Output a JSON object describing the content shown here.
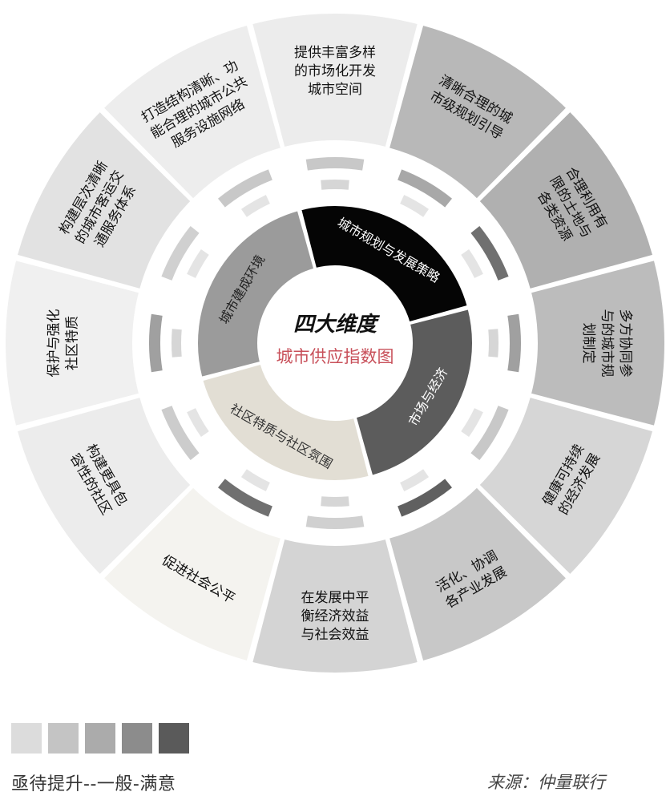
{
  "center": {
    "title": "四大维度",
    "subtitle": "城市供应指数图"
  },
  "dimensions": [
    {
      "label": "城市规划与发展策略",
      "color": "#050505",
      "text_color": "#ffffff"
    },
    {
      "label": "市场与经济",
      "color": "#5c5c5c",
      "text_color": "#ffffff"
    },
    {
      "label": "社区特质与社区氛围",
      "color": "#e2ded4",
      "text_color": "#333333"
    },
    {
      "label": "城市建成环境",
      "color": "#9b9b9b",
      "text_color": "#222222"
    }
  ],
  "indicators": [
    {
      "label": "提供丰富多样的市场化开发城市空间",
      "color": "#ececec",
      "arc_color": "#c8c8c8"
    },
    {
      "label": "清晰合理的城市级规划引导",
      "color": "#b8b8b8",
      "arc_color": "#a8a8a8"
    },
    {
      "label": "合理利用有限的土地与各类资源",
      "color": "#b0b0b0",
      "arc_color": "#707070"
    },
    {
      "label": "多方协同参与的城市规划制定",
      "color": "#bcbcbc",
      "arc_color": "#a0a0a0"
    },
    {
      "label": "健康可持续的经济发展",
      "color": "#d6d6d6",
      "arc_color": "#c8c8c8"
    },
    {
      "label": "活化、协调各产业发展",
      "color": "#c8c8c8",
      "arc_color": "#606060"
    },
    {
      "label": "在发展中平衡经济效益与社会效益",
      "color": "#d4d4d4",
      "arc_color": "#d0d0d0"
    },
    {
      "label": "促进社会公平",
      "color": "#f4f3ef",
      "arc_color": "#707070"
    },
    {
      "label": "构建更具包容性的社区",
      "color": "#ececec",
      "arc_color": "#cccccc"
    },
    {
      "label": "保护与强化社区特质",
      "color": "#f0f0f0",
      "arc_color": "#a0a0a0"
    },
    {
      "label": "构建层次清晰的城市客运交通服务体系",
      "color": "#e2e2e2",
      "arc_color": "#d0d0d0"
    },
    {
      "label": "打造结构清晰、功能合理的城市公共服务设施网络",
      "color": "#ededed",
      "arc_color": "#c8c8c8"
    }
  ],
  "legend": {
    "swatches": [
      "#dcdcdc",
      "#c4c4c4",
      "#ababab",
      "#8c8c8c",
      "#5a5a5a"
    ],
    "label": "亟待提升--一般-满意"
  },
  "source": "来源：仲量联行"
}
